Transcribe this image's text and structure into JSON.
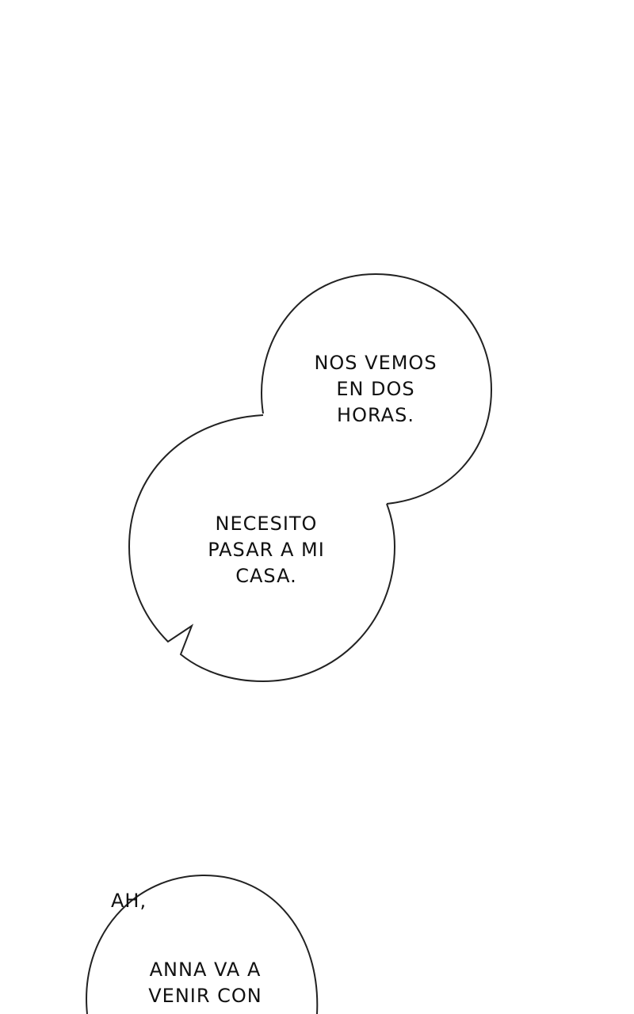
{
  "colors": {
    "background": "#ffffff",
    "bubble_fill": "#ffffff",
    "bubble_outline": "#222222",
    "text": "#111111"
  },
  "bubbles": {
    "upper_right": {
      "lines": [
        "NOS VEMOS",
        "EN DOS",
        "HORAS."
      ]
    },
    "middle_left": {
      "lines": [
        "NECESITO",
        "PASAR A MI",
        "CASA."
      ]
    },
    "bottom": {
      "interjection": "AH,",
      "lines": [
        "ANNA VA A",
        "VENIR CON"
      ]
    }
  }
}
